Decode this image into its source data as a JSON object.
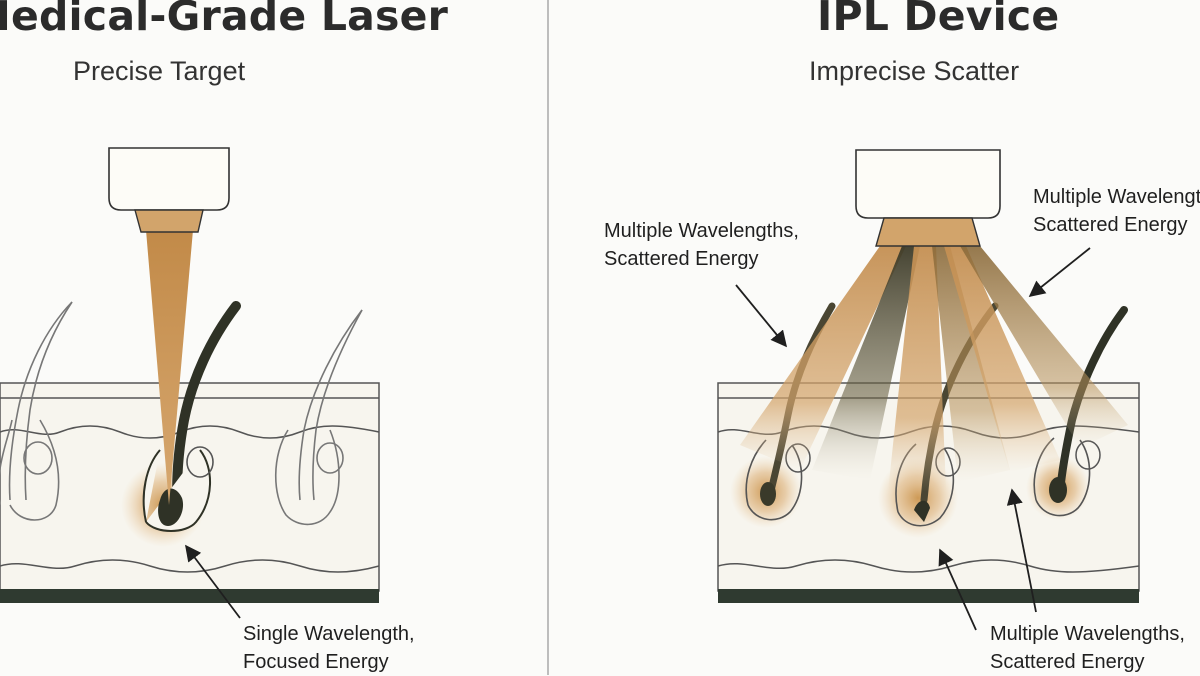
{
  "left_panel": {
    "title": "Medical-Grade Laser",
    "subtitle": "Precise Target",
    "callout": {
      "line1": "Single Wavelength,",
      "line2": "Focused Energy"
    }
  },
  "right_panel": {
    "title": "IPL Device",
    "subtitle": "Imprecise Scatter",
    "callout_left": {
      "line1": "Multiple Wavelengths,",
      "line2": "Scattered Energy"
    },
    "callout_top_right": {
      "line1": "Multiple Wavelengths,",
      "line2": "Scattered Energy"
    },
    "callout_bottom": {
      "line1": "Multiple Wavelengths,",
      "line2": "Scattered Energy"
    }
  },
  "colors": {
    "beam": "#c9924e",
    "glow": "#c68a3c",
    "hair": "#2f3226",
    "skin_line": "#555555",
    "skin_fill": "#f6f4ec",
    "dermis_fill": "#f2efe4",
    "base_layer": "#2f3a30",
    "handpiece": "#fdfcf7",
    "nozzle": "#d2a46b"
  }
}
